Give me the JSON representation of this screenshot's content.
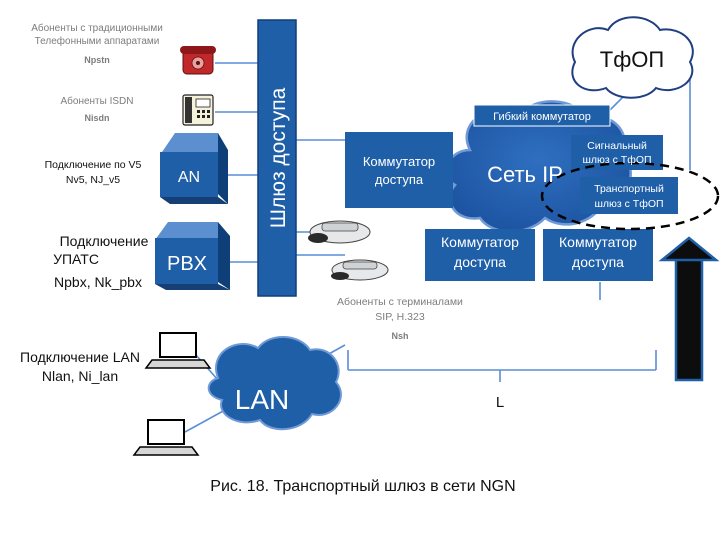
{
  "labels": {
    "pstn_subs_line1": "Абоненты с традиционными",
    "pstn_subs_line2": "Телефонными аппаратами",
    "pstn_subs_var": "Npstn",
    "isdn_subs_line1": "Абоненты ISDN",
    "isdn_subs_var": "Nisdn",
    "v5_line1": "Подключение по V5",
    "v5_line2": "Nv5, NJ_v5",
    "an_box": "AN",
    "upats_line1": "Подключение",
    "upats_line2": "УПАТС",
    "upats_line3": "Npbx, Nk_pbx",
    "pbx_box": "PBX",
    "gateway_bar": "Шлюз доступа",
    "tfop_cloud": "ТфОП",
    "softswitch_label": "Гибкий коммутатор",
    "access_switch_left_line1": "Коммутатор",
    "access_switch_left_line2": "доступа",
    "ip_network": "Сеть IP",
    "signal_gw_line1": "Сигнальный",
    "signal_gw_line2": "шлюз с ТфОП",
    "transport_gw_line1": "Транспортный",
    "transport_gw_line2": "шлюз с ТфОП",
    "access_switch_mid_line1": "Коммутатор",
    "access_switch_mid_line2": "доступа",
    "access_switch_right_line1": "Коммутатор",
    "access_switch_right_line2": "доступа",
    "sip_subs_line1": "Абоненты с терминалами",
    "sip_subs_line2": "SIP, H.323",
    "sip_subs_var": "Nsh",
    "lan_conn_line1": "Подключение LAN",
    "lan_conn_line2": "Nlan, Ni_lan",
    "lan_cloud": "LAN",
    "brace_label": "L",
    "caption": "Рис. 18. Транспортный шлюз в сети NGN"
  },
  "colors": {
    "box_blue": "#1f5fa8",
    "box_dark": "#0f3f78",
    "box_light": "#5b8fd0",
    "cloud_blue": "#2563b0",
    "label_gray": "#7d7d7d",
    "text_dark": "#111111",
    "phone_red": "#c0282a"
  },
  "icons": [
    "red-telephone-icon",
    "isdn-phone-icon",
    "ip-phone-icon",
    "laptop-icon",
    "up-arrow-icon"
  ]
}
